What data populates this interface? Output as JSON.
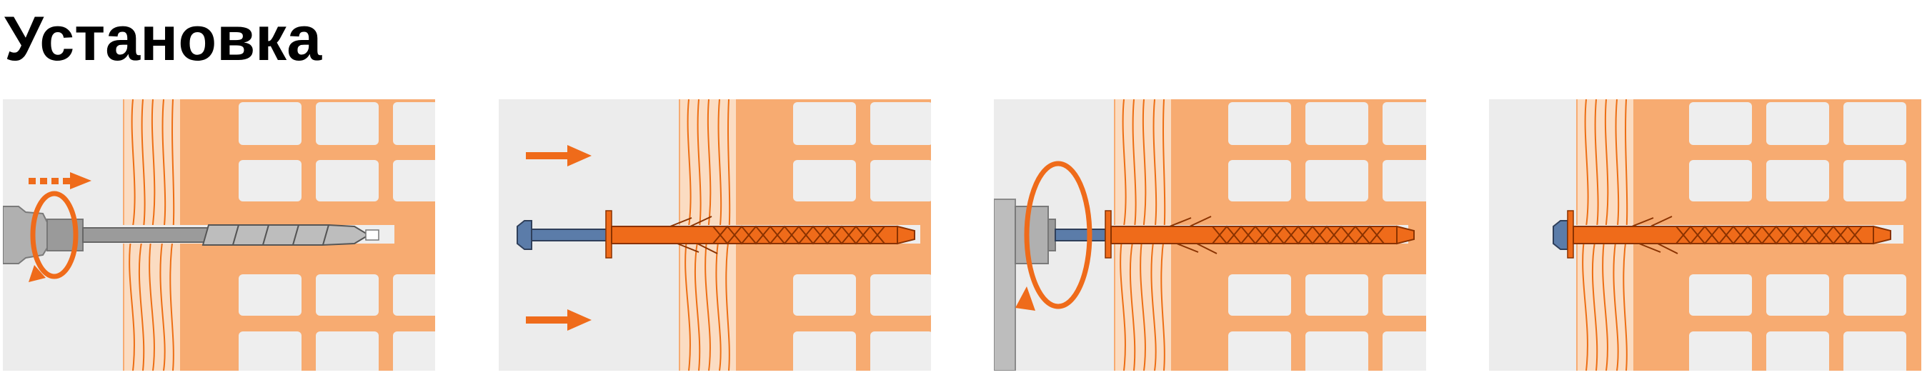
{
  "title": "Установка",
  "steps": [
    {
      "tool": "drill-with-bit",
      "motion": [
        "push-arrow-dashed",
        "rotation-arrow"
      ]
    },
    {
      "tool": "frame-anchor-insert",
      "motion": [
        "push-arrow",
        "push-arrow"
      ]
    },
    {
      "tool": "socket-driver",
      "motion": [
        "rotation-arrow"
      ]
    },
    {
      "tool": "frame-anchor-installed",
      "motion": []
    }
  ],
  "colors": {
    "wall": "#f7ab71",
    "wood": "#fbdcc2",
    "wood_line": "#ed6e13",
    "cavity": "#eeeeee",
    "background": "#ececec",
    "anchor": "#ef6b1a",
    "bolt": "#5b7ca9",
    "tool": "#a3a3a3"
  }
}
